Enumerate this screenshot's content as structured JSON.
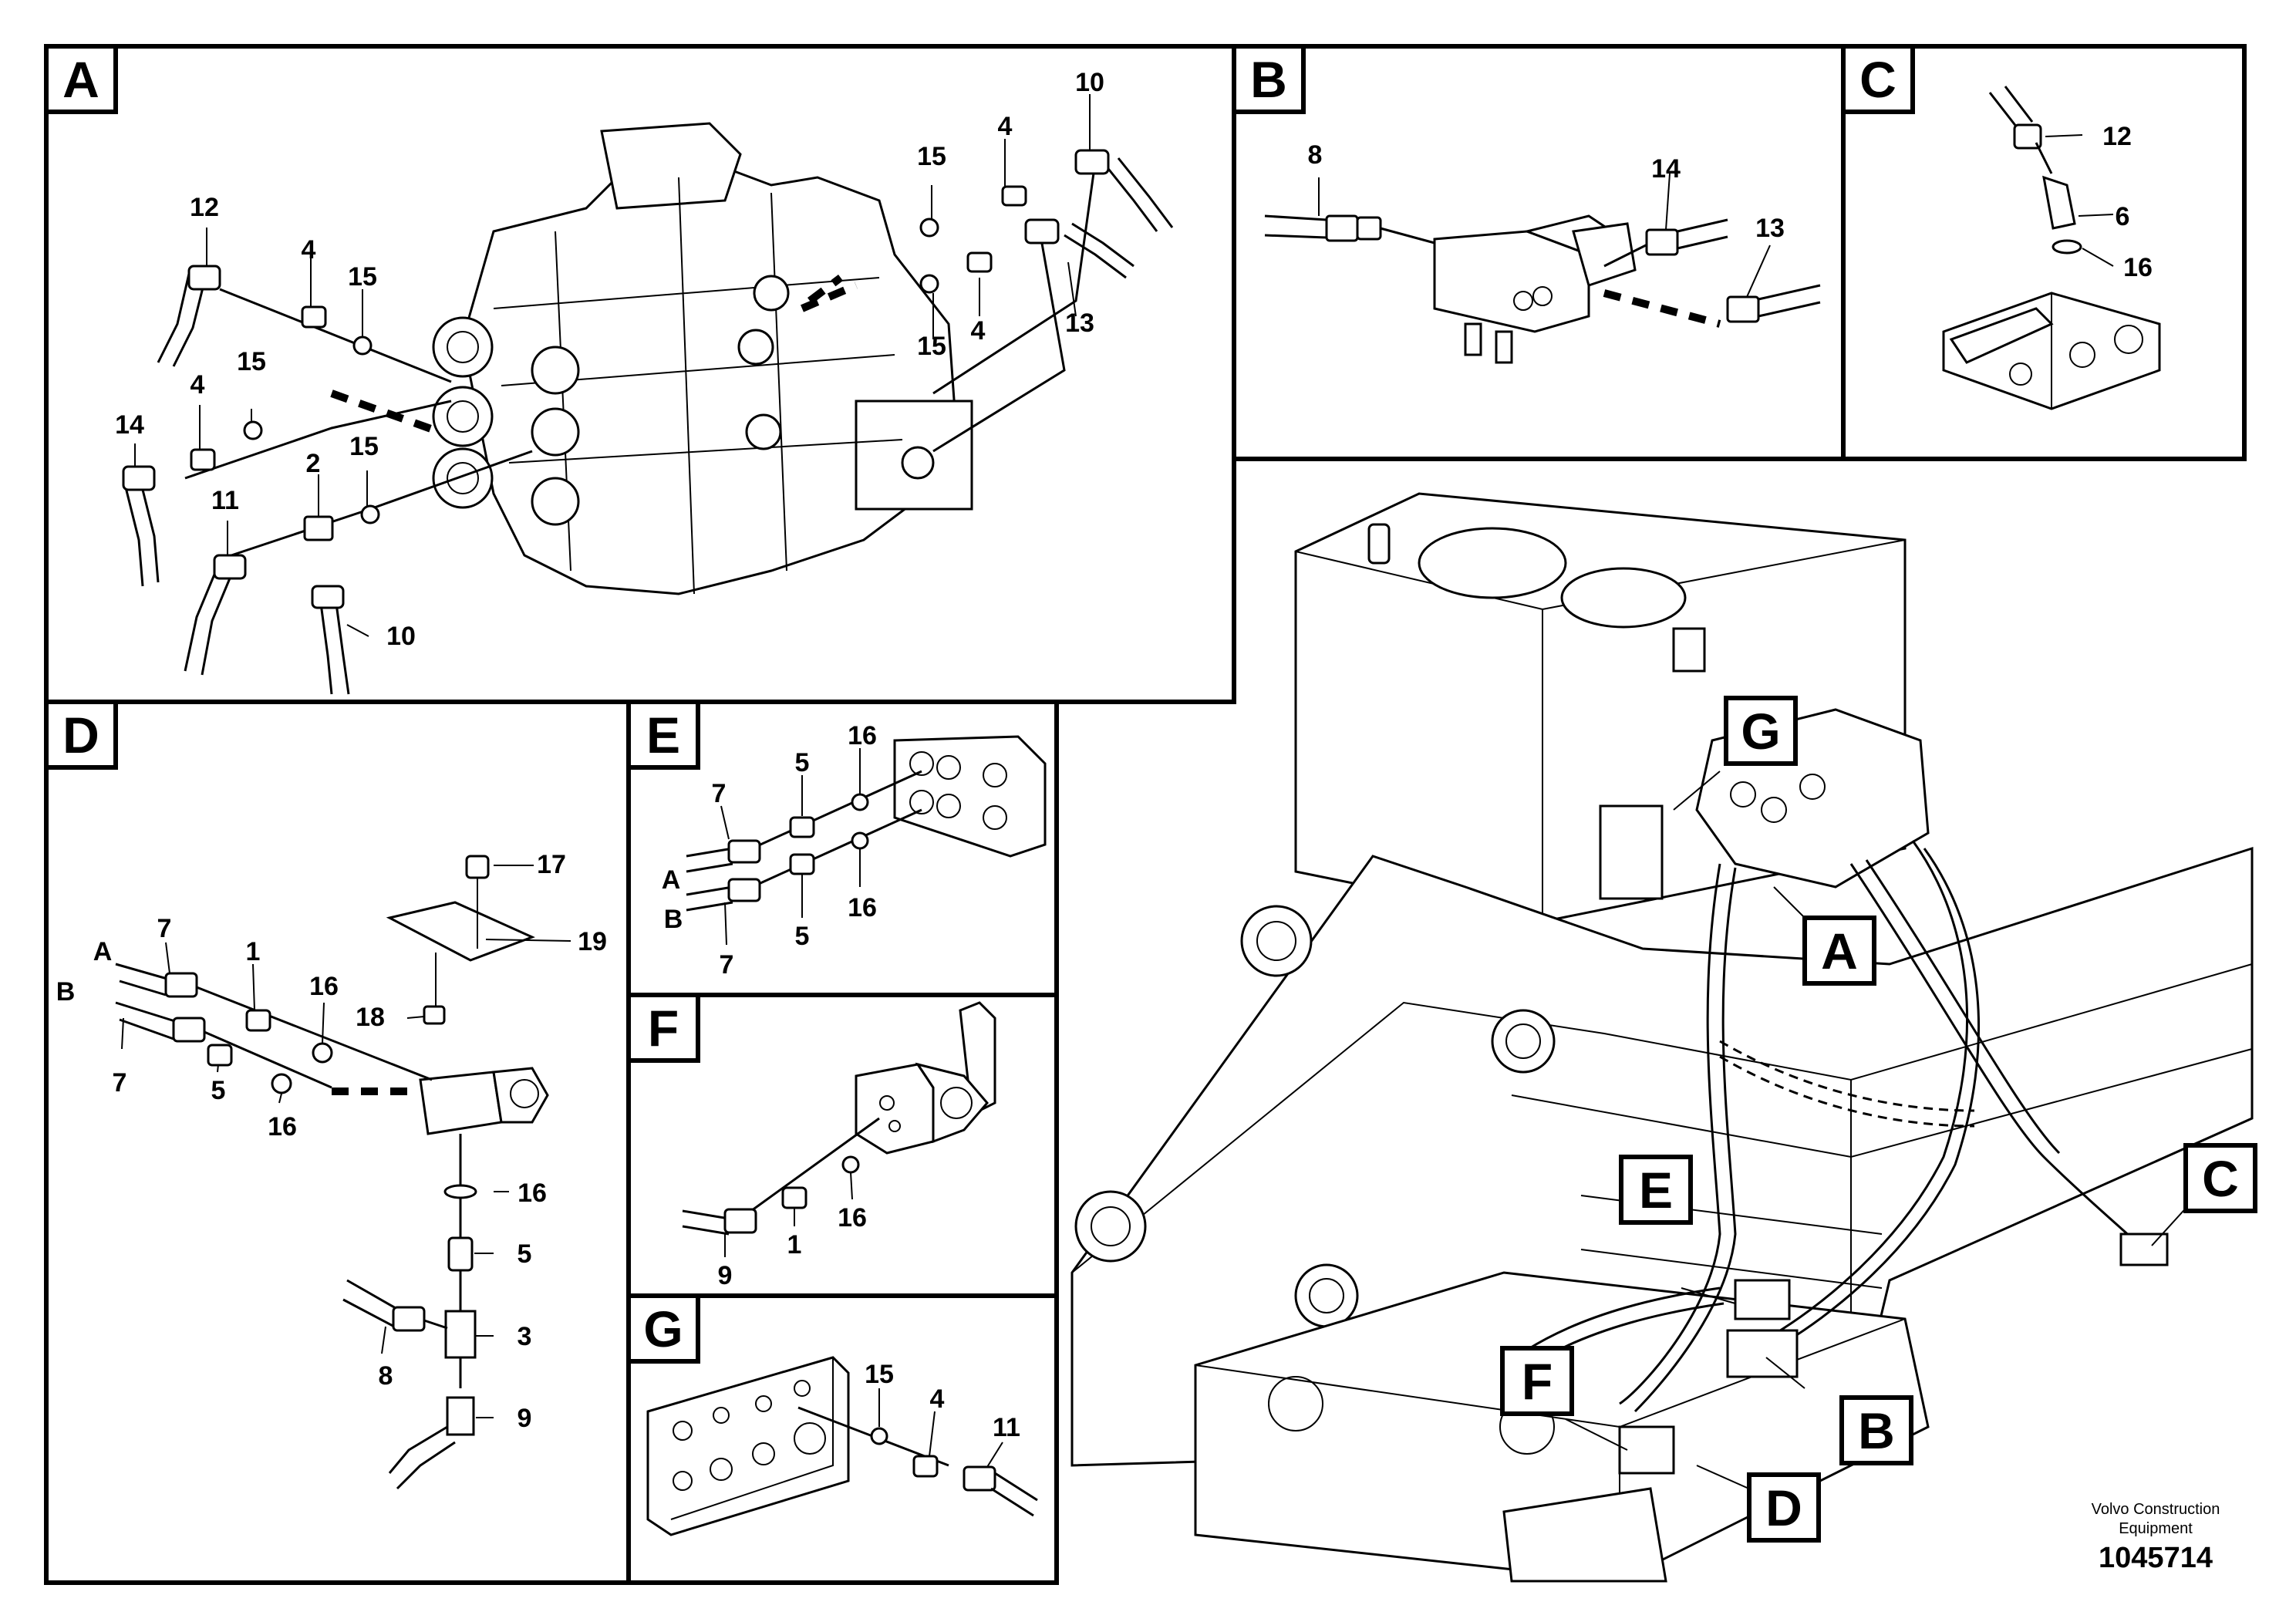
{
  "panels": {
    "A": {
      "tag": "A",
      "labels": [
        "10",
        "4",
        "15",
        "12",
        "4",
        "15",
        "15",
        "4",
        "13",
        "14",
        "4",
        "15",
        "15",
        "2",
        "11",
        "10"
      ]
    },
    "B": {
      "tag": "B",
      "labels": [
        "8",
        "14",
        "13"
      ]
    },
    "C": {
      "tag": "C",
      "labels": [
        "12",
        "6",
        "16"
      ]
    },
    "D": {
      "tag": "D",
      "labels": [
        "17",
        "19",
        "7",
        "1",
        "16",
        "18",
        "7",
        "5",
        "16",
        "16",
        "5",
        "3",
        "8",
        "9"
      ],
      "ports": [
        "A",
        "B"
      ]
    },
    "E": {
      "tag": "E",
      "labels": [
        "7",
        "5",
        "16",
        "16",
        "5",
        "7"
      ],
      "ports": [
        "A",
        "B"
      ]
    },
    "F": {
      "tag": "F",
      "labels": [
        "9",
        "1",
        "16"
      ]
    },
    "G": {
      "tag": "G",
      "labels": [
        "15",
        "4",
        "11"
      ]
    }
  },
  "overview_callouts": [
    "G",
    "A",
    "E",
    "C",
    "F",
    "B",
    "D"
  ],
  "brand": {
    "line1": "Volvo Construction",
    "line2": "Equipment"
  },
  "part_number": "1045714"
}
